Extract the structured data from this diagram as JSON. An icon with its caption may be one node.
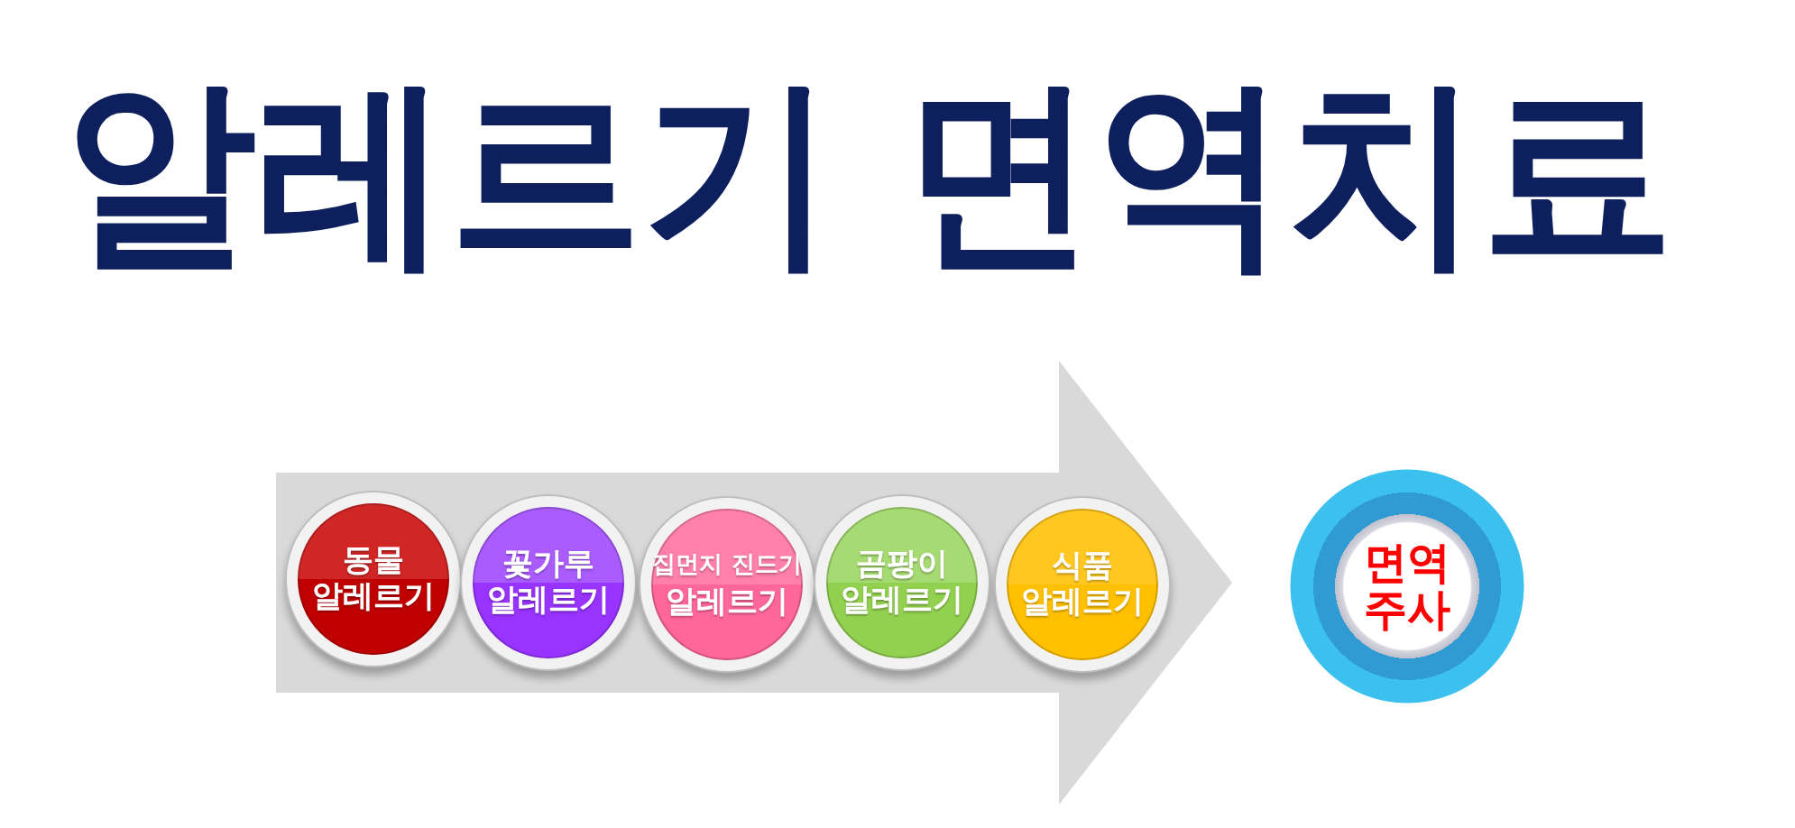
{
  "diagram": {
    "title": "알레르기 면역치료",
    "nodes": [
      {
        "text": [],
        "shape": "arrow"
      },
      {
        "text": [
          "동물 알레르기"
        ],
        "in": 0
      },
      {
        "text": [
          "꽃가루 알레르기"
        ],
        "in": 0
      },
      {
        "text": [
          "집먼지 진드기 알레르기"
        ],
        "in": 0
      },
      {
        "text": [
          "곰팡이 알레르기"
        ],
        "in": 0
      },
      {
        "text": [
          "식품 알레르기"
        ],
        "in": 0
      },
      {
        "text": [
          "면역 주사"
        ]
      }
    ]
  }
}
